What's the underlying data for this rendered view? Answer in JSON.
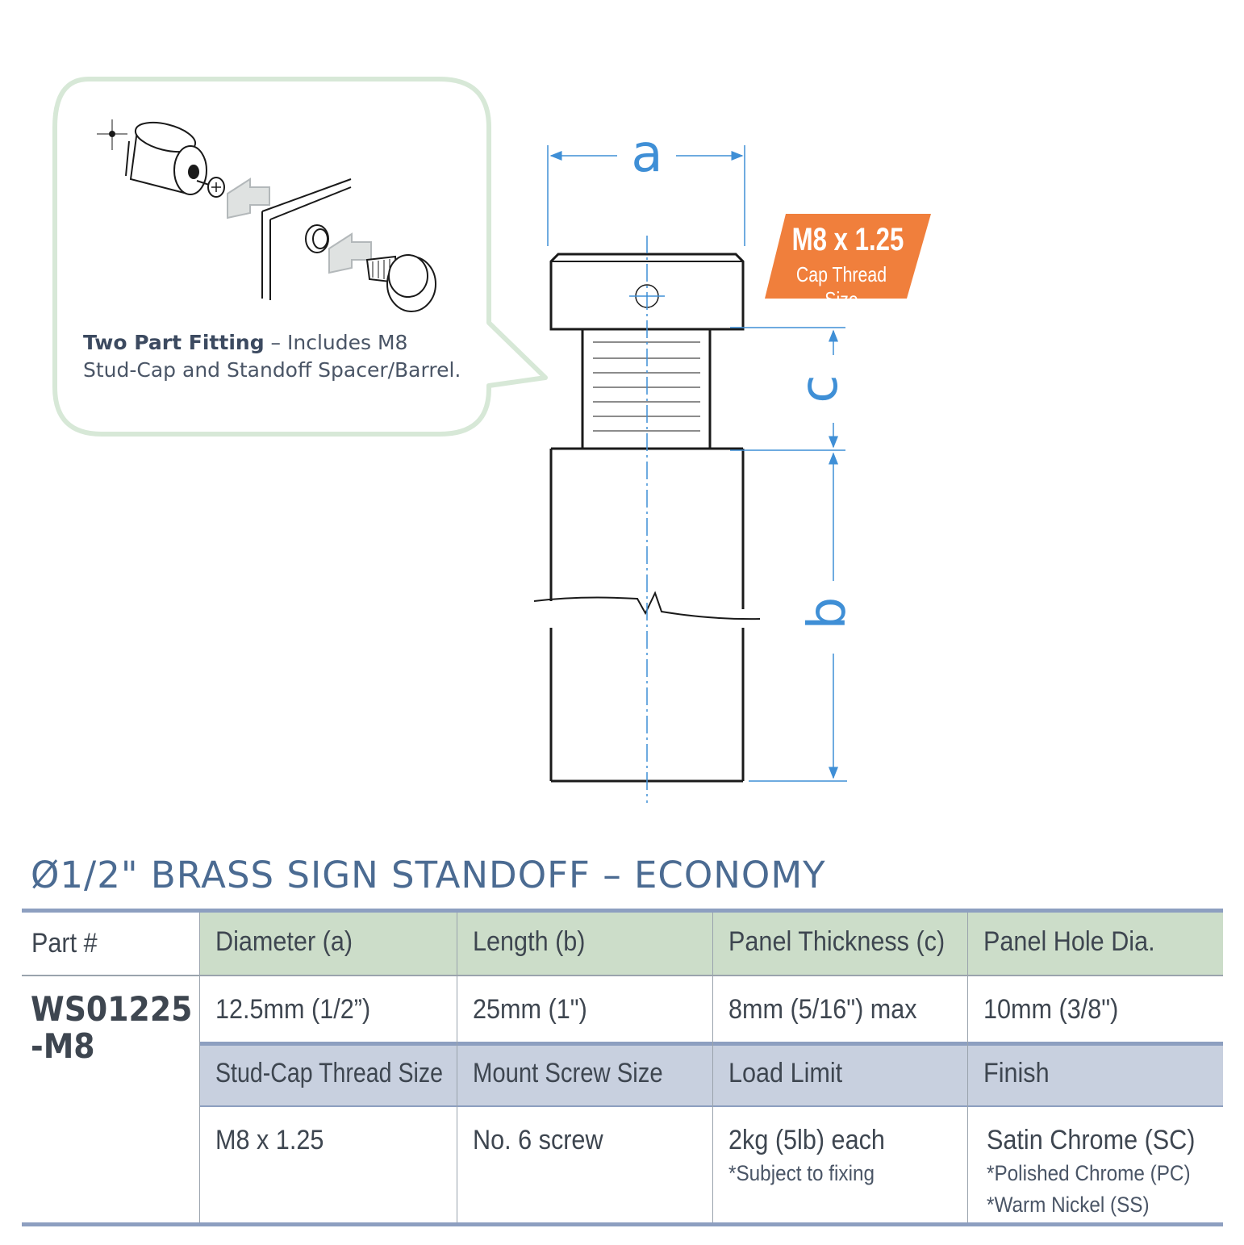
{
  "diagram": {
    "dimension_labels": {
      "a": "a",
      "b": "b",
      "c": "c"
    },
    "thread_badge": {
      "size": "M8 x 1.25",
      "caption": "Cap Thread Size"
    },
    "callout": {
      "title": "Two Part Fitting",
      "separator": " – ",
      "text_line1": "Includes M8",
      "text_line2": "Stud-Cap and Standoff Spacer/Barrel."
    },
    "colors": {
      "accent_blue": "#3f8fd6",
      "badge_orange": "#f07f3c",
      "callout_border": "#d7e8d7",
      "line": "#1a1a1a"
    }
  },
  "product": {
    "title": "Ø1/2\" BRASS SIGN STANDOFF – ECONOMY"
  },
  "table": {
    "part_label": "Part #",
    "part_number_line1": "WS01225",
    "part_number_line2": "-M8",
    "header_row1": [
      "Diameter (a)",
      "Length (b)",
      "Panel Thickness (c)",
      "Panel Hole Dia."
    ],
    "values_row1": [
      "12.5mm (1/2”)",
      "25mm (1\")",
      "8mm (5/16\") max",
      "10mm (3/8\")"
    ],
    "header_row2": [
      "Stud-Cap Thread Size",
      "Mount Screw Size",
      "Load Limit",
      "Finish"
    ],
    "values_row2": [
      "M8 x 1.25",
      "No. 6 screw",
      "2kg (5lb) each",
      "Satin Chrome (SC)"
    ],
    "load_note": "*Subject to fixing",
    "finish_notes": [
      "*Polished Chrome (PC)",
      "*Warm Nickel (SS)"
    ],
    "colors": {
      "header_row1_bg": "#ccddc9",
      "header_row2_bg": "#c8d0df",
      "rule": "#8d9fc0",
      "title": "#4b6b92"
    }
  }
}
